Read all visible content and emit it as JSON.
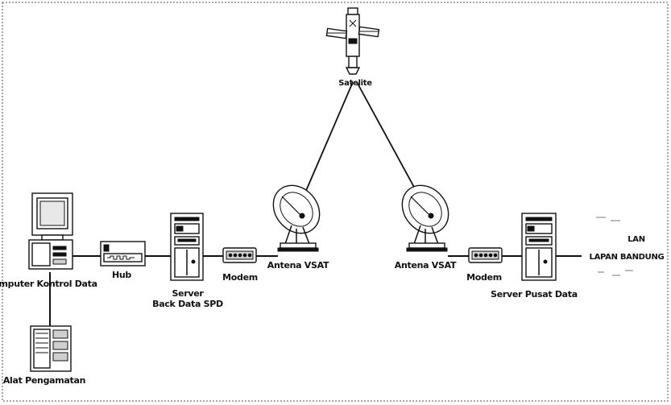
{
  "labels": {
    "satellite": "Satelite",
    "antenna_left": "Antena VSAT",
    "antenna_right": "Antena VSAT",
    "modem_left": "Modem",
    "modem_right": "Modem",
    "hub": "Hub",
    "computer": "Komputer Kontrol Data",
    "instrument": "Alat Pengamatan",
    "server_left_line1": "Server",
    "server_left_line2": "Back Data SPD",
    "server_right": "Server Pusat Data",
    "lan_line1": "LAN",
    "lan_line2": "LAPAN BANDUNG"
  }
}
